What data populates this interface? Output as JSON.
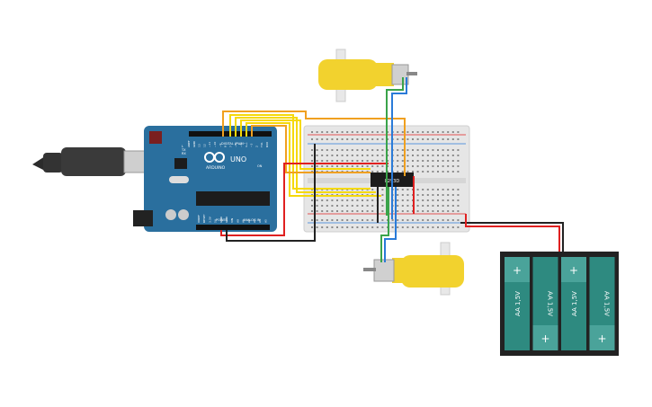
{
  "arduino": {
    "brand": "ARDUINO",
    "model": "UNO",
    "digital_header": "DIGITAL (PWM~)",
    "analog_header": "ANALOG IN",
    "power_header": "POWER",
    "pin_labels_top": [
      "AREF",
      "GND",
      "13",
      "12",
      "~11",
      "~10",
      "~9",
      "8",
      "7",
      "~6",
      "~5",
      "4",
      "~3",
      "2",
      "TX1",
      "RX0"
    ],
    "pin_labels_bottom": [
      "IOREF",
      "RESET",
      "3.3V",
      "5V",
      "GND",
      "GND",
      "VIN",
      "A0",
      "A1",
      "A2",
      "A3",
      "A4",
      "A5"
    ],
    "tx_label": "TX",
    "rx_label": "RX",
    "l_label": "L",
    "on_label": "ON"
  },
  "ic": {
    "label": "L293D"
  },
  "battery": {
    "cells": [
      {
        "label": "AA 1,5V",
        "top": "+",
        "bottom": "+"
      },
      {
        "label": "AA 1,5V",
        "top": "+",
        "bottom": "+"
      },
      {
        "label": "AA 1,5V",
        "top": "+",
        "bottom": "+"
      },
      {
        "label": "AA 1,5V",
        "top": "+",
        "bottom": "+"
      }
    ]
  },
  "colors": {
    "arduino_board": "#2a6f9e",
    "breadboard": "#e6e6e6",
    "motor_yellow": "#f2d22e",
    "battery_green": "#2e8a80",
    "wire_red": "#e02020",
    "wire_black": "#222222",
    "wire_orange": "#f0a020",
    "wire_yellow": "#f5d90a",
    "wire_green": "#3aa34a",
    "wire_blue": "#2a7bd8"
  }
}
